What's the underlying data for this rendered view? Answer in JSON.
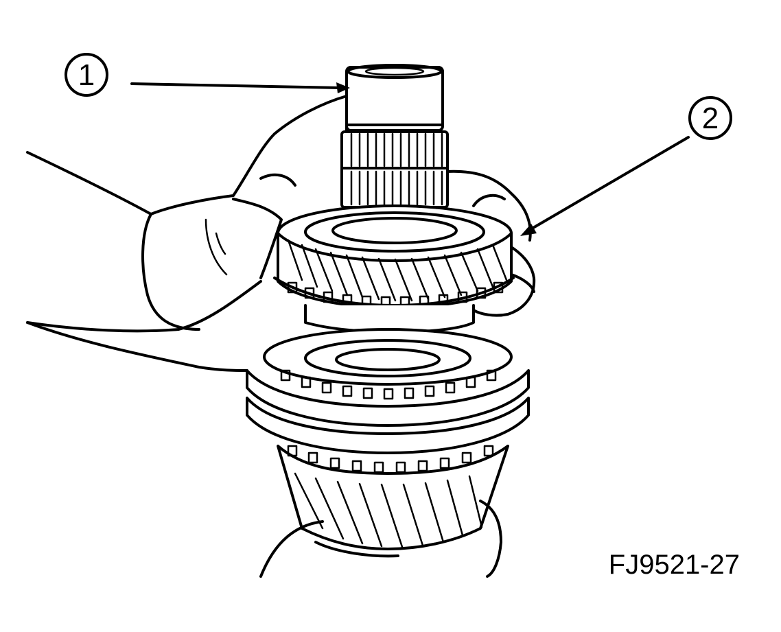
{
  "callouts": [
    {
      "label": "1"
    },
    {
      "label": "2"
    }
  ],
  "figure_id": "FJ9521-27"
}
